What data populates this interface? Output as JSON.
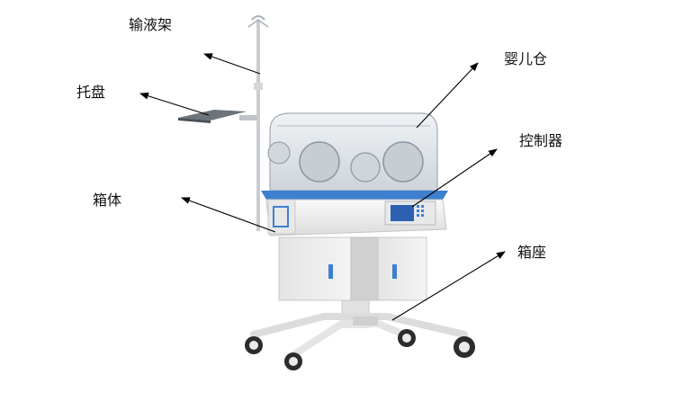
{
  "labels": {
    "iv_pole": "输液架",
    "tray": "托盘",
    "cabinet": "箱体",
    "infant_chamber": "婴儿仓",
    "controller": "控制器",
    "base": "箱座"
  },
  "colors": {
    "arrow": "#000000",
    "accent_blue": "#3e7fd0",
    "body_white": "#eeeeee",
    "canopy": "#d7dde3",
    "metal": "#b8bcc0",
    "wheel_dark": "#2c2c2c"
  }
}
